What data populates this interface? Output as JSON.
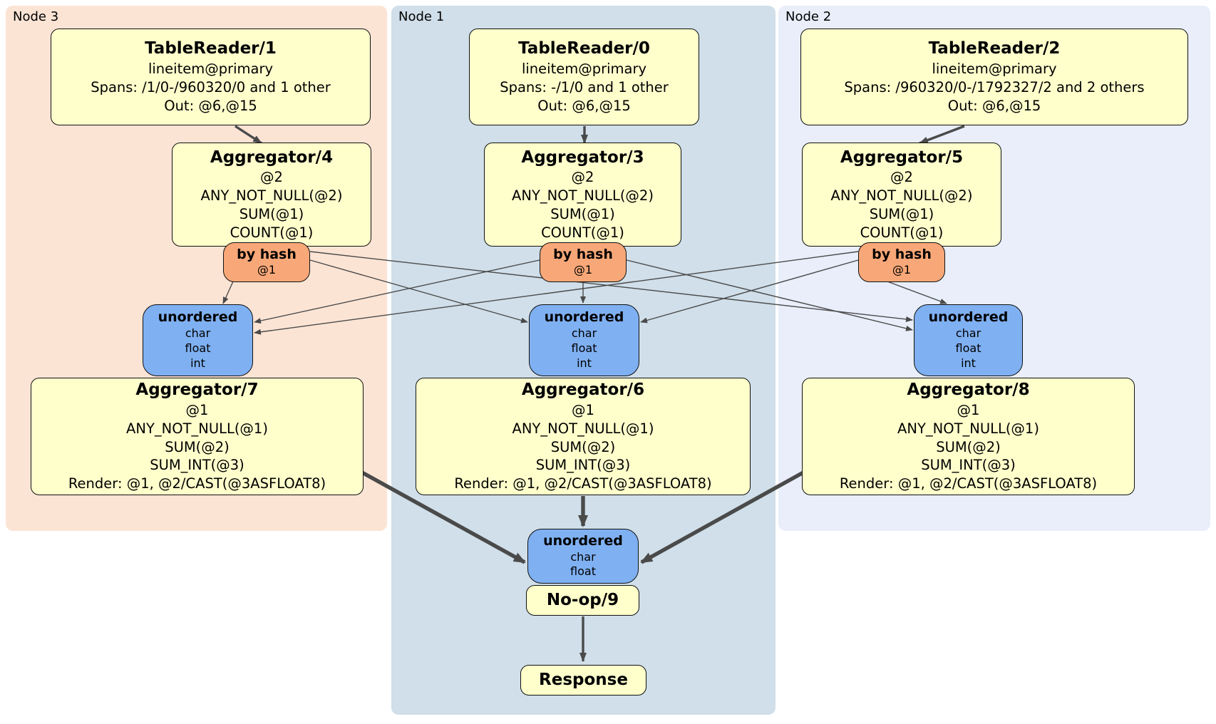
{
  "colors": {
    "panel_node3": "#fce4d5",
    "panel_node1": "#d0dfe9",
    "panel_node2": "#e9eefa",
    "processor_bg": "#ffffcc",
    "router_bg": "#f8a878",
    "sync_bg": "#7fb0f2",
    "box_border": "#101010",
    "edge": "#4a4a4a"
  },
  "diagram": {
    "panels": [
      {
        "id": "node3",
        "label": "Node 3"
      },
      {
        "id": "node1",
        "label": "Node 1"
      },
      {
        "id": "node2",
        "label": "Node 2"
      }
    ],
    "nodes": [
      {
        "id": "tr1",
        "panel": "node3",
        "type": "processor",
        "title": "TableReader/1",
        "lines": [
          "lineitem@primary",
          "Spans: /1/0-/960320/0 and 1 other",
          "Out: @6,@15"
        ]
      },
      {
        "id": "tr0",
        "panel": "node1",
        "type": "processor",
        "title": "TableReader/0",
        "lines": [
          "lineitem@primary",
          "Spans: -/1/0 and 1 other",
          "Out: @6,@15"
        ]
      },
      {
        "id": "tr2",
        "panel": "node2",
        "type": "processor",
        "title": "TableReader/2",
        "lines": [
          "lineitem@primary",
          "Spans: /960320/0-/1792327/2 and 2 others",
          "Out: @6,@15"
        ]
      },
      {
        "id": "agg4",
        "panel": "node3",
        "type": "processor",
        "title": "Aggregator/4",
        "lines": [
          "@2",
          "ANY_NOT_NULL(@2)",
          "SUM(@1)",
          "COUNT(@1)"
        ]
      },
      {
        "id": "agg3",
        "panel": "node1",
        "type": "processor",
        "title": "Aggregator/3",
        "lines": [
          "@2",
          "ANY_NOT_NULL(@2)",
          "SUM(@1)",
          "COUNT(@1)"
        ]
      },
      {
        "id": "agg5",
        "panel": "node2",
        "type": "processor",
        "title": "Aggregator/5",
        "lines": [
          "@2",
          "ANY_NOT_NULL(@2)",
          "SUM(@1)",
          "COUNT(@1)"
        ]
      },
      {
        "id": "hash3",
        "panel": "node3",
        "type": "router",
        "title": "by hash",
        "lines": [
          "@1"
        ]
      },
      {
        "id": "hash1",
        "panel": "node1",
        "type": "router",
        "title": "by hash",
        "lines": [
          "@1"
        ]
      },
      {
        "id": "hash2",
        "panel": "node2",
        "type": "router",
        "title": "by hash",
        "lines": [
          "@1"
        ]
      },
      {
        "id": "un3",
        "panel": "node3",
        "type": "sync",
        "title": "unordered",
        "lines": [
          "char",
          "float",
          "int"
        ]
      },
      {
        "id": "un1",
        "panel": "node1",
        "type": "sync",
        "title": "unordered",
        "lines": [
          "char",
          "float",
          "int"
        ]
      },
      {
        "id": "un2",
        "panel": "node2",
        "type": "sync",
        "title": "unordered",
        "lines": [
          "char",
          "float",
          "int"
        ]
      },
      {
        "id": "agg7",
        "panel": "node3",
        "type": "processor",
        "title": "Aggregator/7",
        "lines": [
          "@1",
          "ANY_NOT_NULL(@1)",
          "SUM(@2)",
          "SUM_INT(@3)",
          "Render: @1, @2/CAST(@3ASFLOAT8)"
        ]
      },
      {
        "id": "agg6",
        "panel": "node1",
        "type": "processor",
        "title": "Aggregator/6",
        "lines": [
          "@1",
          "ANY_NOT_NULL(@1)",
          "SUM(@2)",
          "SUM_INT(@3)",
          "Render: @1, @2/CAST(@3ASFLOAT8)"
        ]
      },
      {
        "id": "agg8",
        "panel": "node2",
        "type": "processor",
        "title": "Aggregator/8",
        "lines": [
          "@1",
          "ANY_NOT_NULL(@1)",
          "SUM(@2)",
          "SUM_INT(@3)",
          "Render: @1, @2/CAST(@3ASFLOAT8)"
        ]
      },
      {
        "id": "unf",
        "panel": "node1",
        "type": "sync",
        "title": "unordered",
        "lines": [
          "char",
          "float"
        ]
      },
      {
        "id": "noop",
        "panel": "node1",
        "type": "processor",
        "title": "No-op/9",
        "lines": []
      },
      {
        "id": "resp",
        "panel": "node1",
        "type": "processor",
        "title": "Response",
        "lines": []
      }
    ],
    "edges": [
      {
        "from": "tr1",
        "to": "agg4",
        "weight": "medium"
      },
      {
        "from": "tr0",
        "to": "agg3",
        "weight": "medium"
      },
      {
        "from": "tr2",
        "to": "agg5",
        "weight": "medium"
      },
      {
        "from": "hash3",
        "to": "un3",
        "weight": "thin"
      },
      {
        "from": "hash3",
        "to": "un1",
        "weight": "thin"
      },
      {
        "from": "hash3",
        "to": "un2",
        "weight": "thin"
      },
      {
        "from": "hash1",
        "to": "un3",
        "weight": "thin"
      },
      {
        "from": "hash1",
        "to": "un1",
        "weight": "thin"
      },
      {
        "from": "hash1",
        "to": "un2",
        "weight": "thin"
      },
      {
        "from": "hash2",
        "to": "un3",
        "weight": "thin"
      },
      {
        "from": "hash2",
        "to": "un1",
        "weight": "thin"
      },
      {
        "from": "hash2",
        "to": "un2",
        "weight": "thin"
      },
      {
        "from": "agg7",
        "to": "unf",
        "weight": "thick"
      },
      {
        "from": "agg6",
        "to": "unf",
        "weight": "thick"
      },
      {
        "from": "agg8",
        "to": "unf",
        "weight": "thick"
      },
      {
        "from": "noop",
        "to": "resp",
        "weight": "medium"
      }
    ]
  }
}
